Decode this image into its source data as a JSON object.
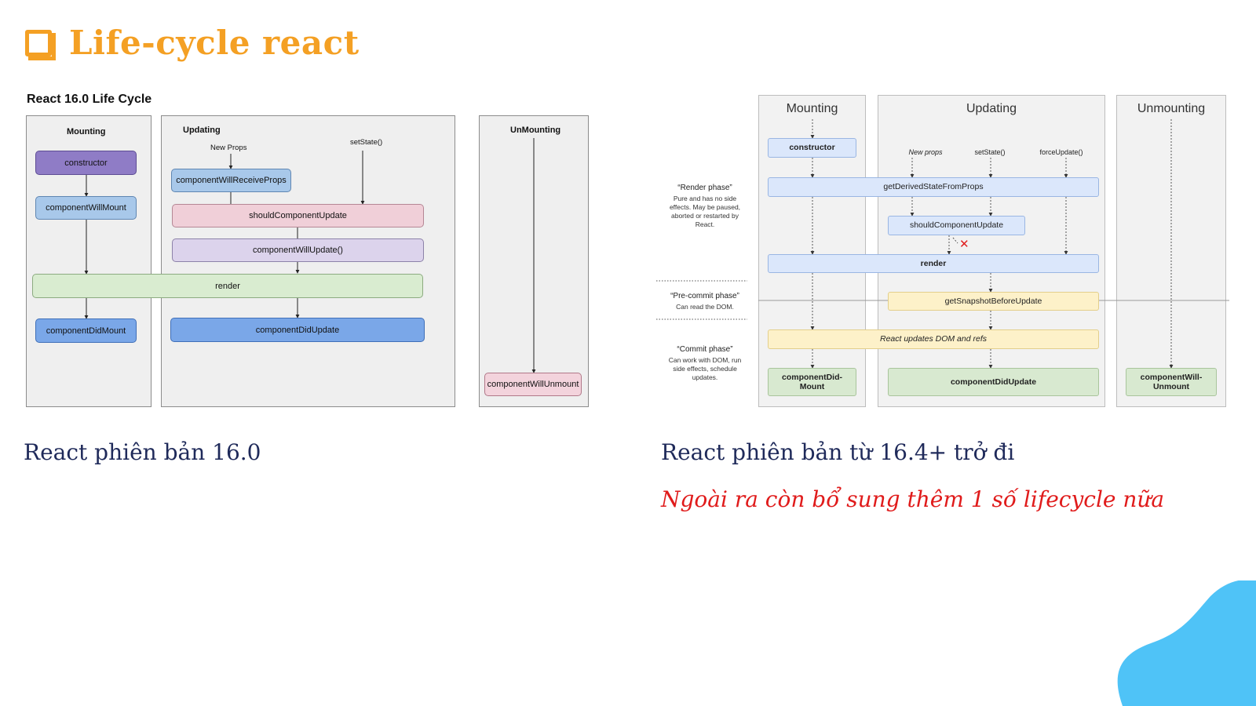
{
  "slide": {
    "title": "Life-cycle react",
    "caption_left": "React phiên bản 16.0",
    "caption_right": "React phiên bản từ 16.4+ trở đi",
    "note": "Ngoài ra còn bổ sung thêm 1 số lifecycle nữa",
    "accent_color": "#f4a024",
    "note_color": "#e01b1b",
    "blob_color": "#4fc3f7"
  },
  "diagram_v16": {
    "title": "React 16.0 Life Cycle",
    "panels": {
      "mounting": "Mounting",
      "updating": "Updating",
      "unmounting": "UnMounting"
    },
    "triggers": {
      "new_props": "New Props",
      "set_state": "setState()"
    },
    "boxes": {
      "constructor": "constructor",
      "will_mount": "componentWillMount",
      "render": "render",
      "did_mount": "componentDidMount",
      "will_receive_props": "componentWillReceiveProps",
      "should_update": "shouldComponentUpdate",
      "will_update": "componentWillUpdate()",
      "did_update": "componentDidUpdate",
      "will_unmount": "componentWillUnmount"
    }
  },
  "diagram_v164": {
    "columns": {
      "mounting": "Mounting",
      "updating": "Updating",
      "unmounting": "Unmounting"
    },
    "triggers": {
      "new_props": "New props",
      "set_state": "setState()",
      "force_update": "forceUpdate()"
    },
    "phases": {
      "render_title": "“Render phase”",
      "render_desc": "Pure and has no side effects. May be paused, aborted or restarted by React.",
      "precommit_title": "“Pre-commit phase”",
      "precommit_desc": "Can read the DOM.",
      "commit_title": "“Commit phase”",
      "commit_desc": "Can work with DOM, run side effects, schedule updates."
    },
    "boxes": {
      "constructor": "constructor",
      "gdsfp": "getDerivedStateFromProps",
      "should_update": "shouldComponentUpdate",
      "render": "render",
      "snapshot": "getSnapshotBeforeUpdate",
      "dom_updates": "React updates DOM and refs",
      "did_mount": "componentDid-\nMount",
      "did_update": "componentDidUpdate",
      "will_unmount": "componentWill-\nUnmount"
    },
    "reject_mark": "✕"
  }
}
